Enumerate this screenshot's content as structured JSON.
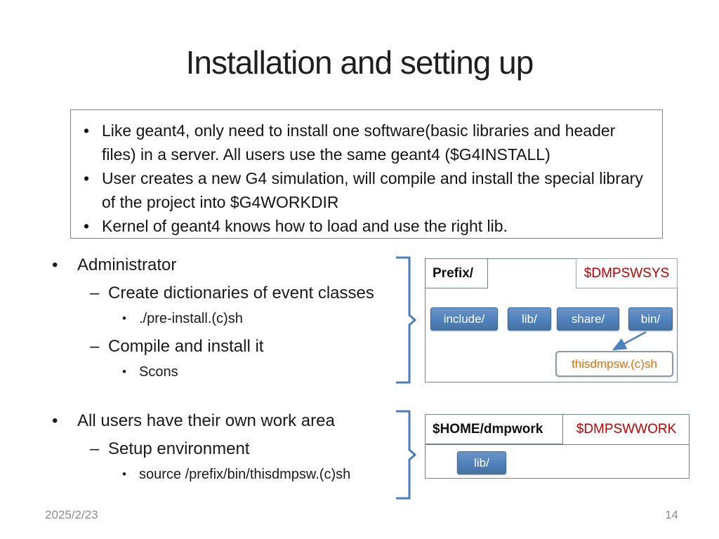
{
  "slide": {
    "title": "Installation and setting up",
    "footer": {
      "date": "2025/2/23",
      "page": "14"
    }
  },
  "intro_box": {
    "items": [
      "Like geant4, only need to install one software(basic libraries and header files) in a server.  All users use the same geant4 ($G4INSTALL)",
      "User creates a new G4 simulation, will compile and install the special library of the project into $G4WORKDIR",
      "Kernel of geant4 knows how to load and use the right lib."
    ]
  },
  "outline": {
    "admin": {
      "title": "Administrator",
      "item1": "Create dictionaries of event classes",
      "item1_sub": "./pre-install.(c)sh",
      "item2": "Compile and install it",
      "item2_sub": "Scons"
    },
    "users": {
      "title": "All users have their own work area",
      "item1": "Setup environment",
      "item1_sub": "source  /prefix/bin/thisdmpsw.(c)sh"
    }
  },
  "diagram_sys": {
    "root_label": "Prefix/",
    "env_var": "$DMPSWSYS",
    "folders": [
      "include/",
      "lib/",
      "share/",
      "bin/"
    ],
    "script": "thisdmpsw.(c)sh"
  },
  "diagram_work": {
    "root_label": "$HOME/dmpwork",
    "env_var": "$DMPSWWORK",
    "folders": [
      "lib/"
    ]
  },
  "colors": {
    "folder_blue": "#4f81bd",
    "env_red": "#c00000",
    "script_orange": "#e36c0a",
    "bracket_blue": "#4a7ebb"
  }
}
